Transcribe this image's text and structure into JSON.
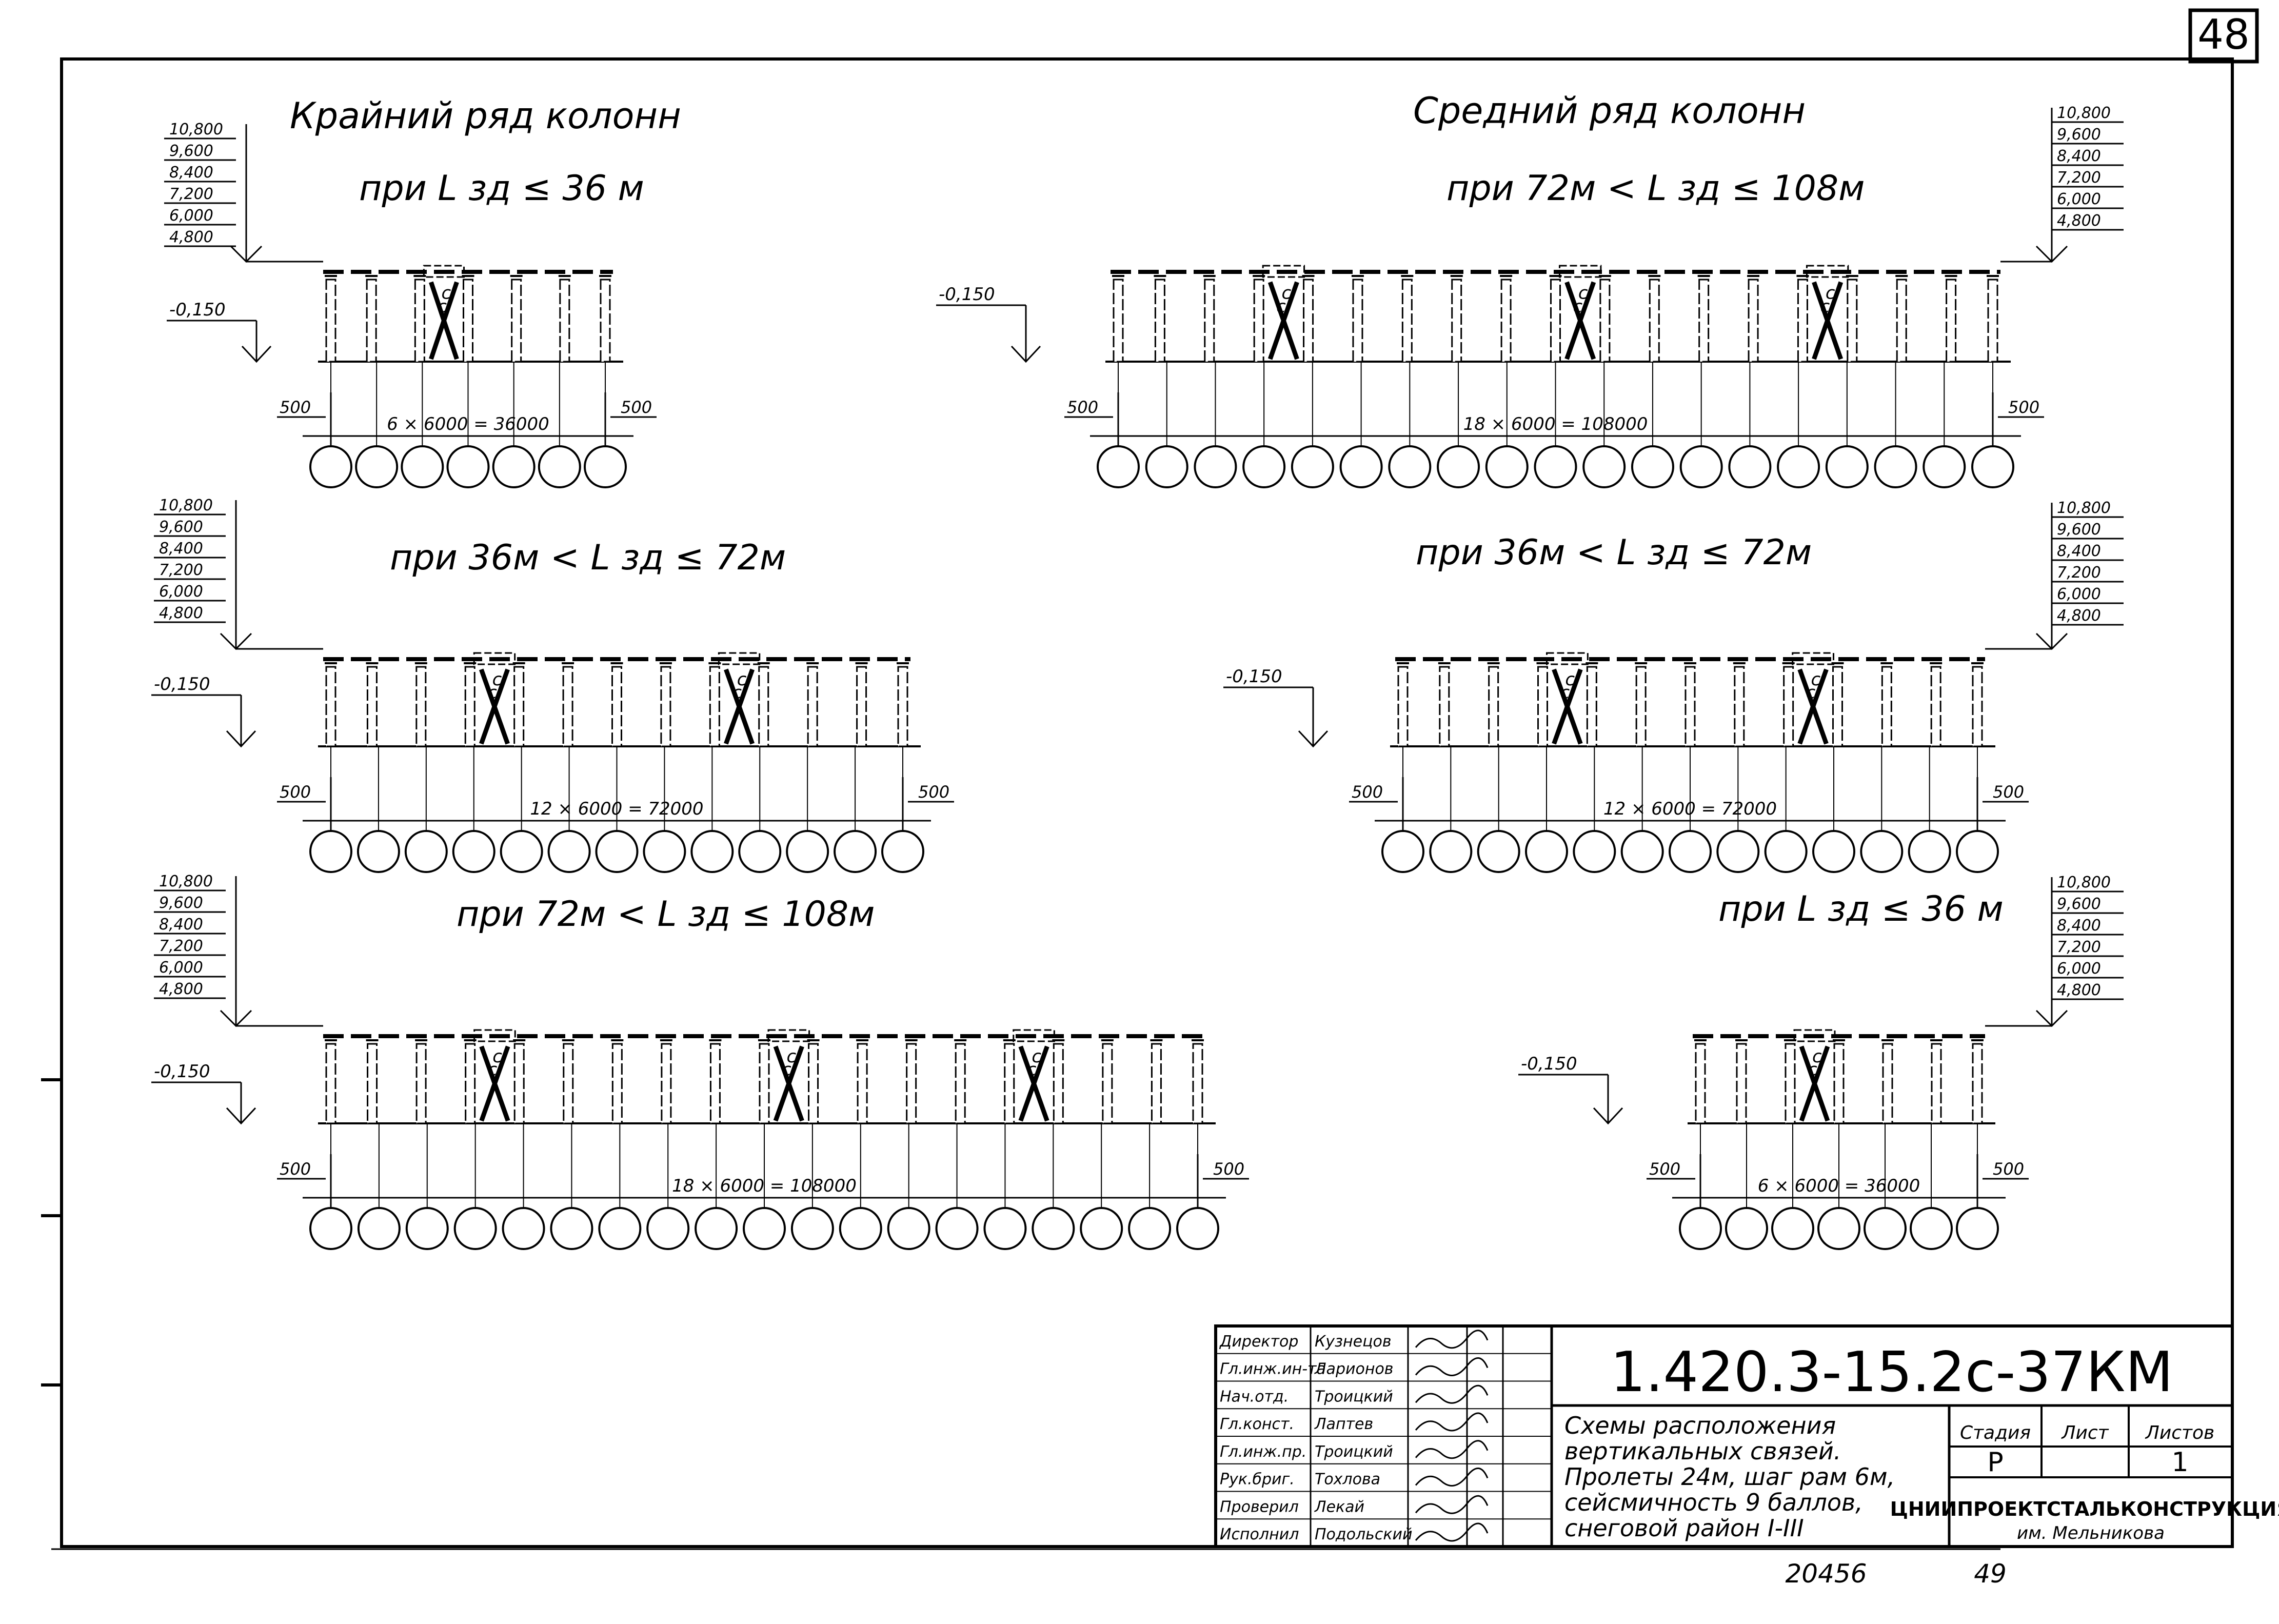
{
  "sheet_number": "48",
  "headings": {
    "left": "Крайний ряд колонн",
    "right": "Средний ряд колонн"
  },
  "panels": [
    {
      "id": "left-1",
      "condition": "при L зд ≤ 36 м",
      "bays": 6,
      "span_label": "6 × 6000 = 36000",
      "braced_bays": [
        3
      ],
      "scale_side": "left",
      "ground_label": "-0,150",
      "end_offset_left": "500",
      "end_offset_right": "500",
      "axis_count": 7
    },
    {
      "id": "left-2",
      "condition": "при 36м < L зд ≤ 72м",
      "bays": 12,
      "span_label": "12 × 6000 = 72000",
      "braced_bays": [
        4,
        9
      ],
      "scale_side": "left",
      "ground_label": "-0,150",
      "end_offset_left": "500",
      "end_offset_right": "500",
      "axis_count": 13
    },
    {
      "id": "left-3",
      "condition": "при 72м < L зд ≤ 108м",
      "bays": 18,
      "span_label": "18 × 6000 = 108000",
      "braced_bays": [
        4,
        10,
        15
      ],
      "scale_side": "left",
      "ground_label": "-0,150",
      "end_offset_left": "500",
      "end_offset_right": "500",
      "axis_count": 19
    },
    {
      "id": "right-1",
      "condition": "при 72м < L зд ≤ 108м",
      "bays": 18,
      "span_label": "18 × 6000 = 108000",
      "braced_bays": [
        4,
        10,
        15
      ],
      "scale_side": "right",
      "ground_label": "-0,150",
      "end_offset_left": "500",
      "end_offset_right": "500",
      "axis_count": 19
    },
    {
      "id": "right-2",
      "condition": "при 36м < L зд ≤ 72м",
      "bays": 12,
      "span_label": "12 × 6000 = 72000",
      "braced_bays": [
        4,
        9
      ],
      "scale_side": "right",
      "ground_label": "-0,150",
      "end_offset_left": "500",
      "end_offset_right": "500",
      "axis_count": 13
    },
    {
      "id": "right-3",
      "condition": "при L зд ≤ 36 м",
      "bays": 6,
      "span_label": "6 × 6000 = 36000",
      "braced_bays": [
        3
      ],
      "scale_side": "right",
      "ground_label": "-0,150",
      "end_offset_left": "500",
      "end_offset_right": "500",
      "axis_count": 7
    }
  ],
  "height_scale": [
    "10,800",
    "9,600",
    "8,400",
    "7,200",
    "6,000",
    "4,800"
  ],
  "brace_mark": "с",
  "title_block": {
    "code": "1.420.3-15.2с-37КМ",
    "roles": [
      {
        "role": "Директор",
        "name": "Кузнецов"
      },
      {
        "role": "Гл.инж.ин-та",
        "name": "Ларионов"
      },
      {
        "role": "Нач.отд.",
        "name": "Троицкий"
      },
      {
        "role": "Гл.конст.",
        "name": "Лаптев"
      },
      {
        "role": "Гл.инж.пр.",
        "name": "Троицкий"
      },
      {
        "role": "Рук.бриг.",
        "name": "Тохлова"
      },
      {
        "role": "Проверил",
        "name": "Лекай"
      },
      {
        "role": "Исполнил",
        "name": "Подольский"
      }
    ],
    "description": [
      "Схемы расположения",
      "вертикальных связей.",
      "Пролеты 24м, шаг рам 6м,",
      "сейсмичность 9 баллов,",
      "снеговой район I-III"
    ],
    "stage_header": "Стадия",
    "sheet_header": "Лист",
    "sheets_header": "Листов",
    "stage": "Р",
    "sheet": "",
    "sheets": "1",
    "organization": "ЦНИИПРОЕКТСТАЛЬКОНСТРУКЦИЯ",
    "organization_sub": "им. Мельникова"
  },
  "footer": {
    "inventory": "20456",
    "page": "49"
  }
}
